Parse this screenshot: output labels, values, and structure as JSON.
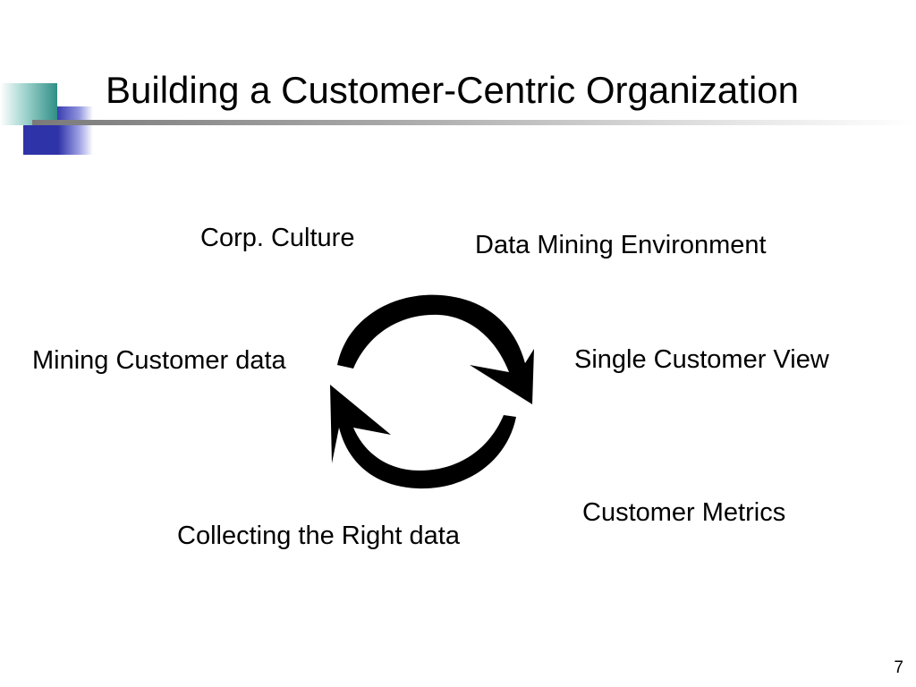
{
  "slide": {
    "title": "Building a Customer-Centric Organization",
    "page_number": "7"
  },
  "diagram": {
    "labels": {
      "corp_culture": "Corp. Culture",
      "data_mining_environment": "Data Mining Environment",
      "mining_customer_data": "Mining Customer data",
      "single_customer_view": "Single Customer View",
      "customer_metrics": "Customer Metrics",
      "collecting_right_data": "Collecting the Right data"
    },
    "icon": "circular-arrows-icon"
  },
  "colors": {
    "accent_teal": "#2f8f86",
    "accent_blue": "#2f33a8",
    "arrow": "#000000"
  }
}
